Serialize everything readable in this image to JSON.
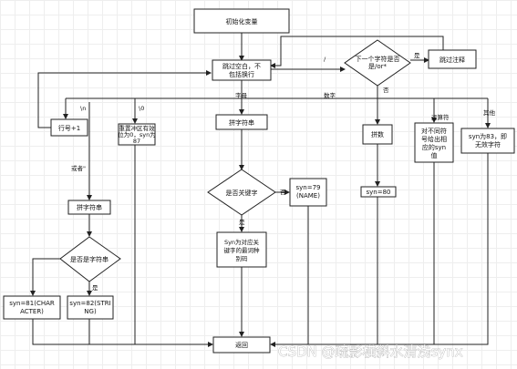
{
  "nodes": {
    "init": "初始化变量",
    "read": [
      "跳过空白，不",
      "包括换行"
    ],
    "next_char": [
      "下一个字符是否",
      "是/or*"
    ],
    "skip_comment": "跳过注释",
    "line_inc": "行号+1",
    "buffer": [
      "重置冲区有效",
      "位为0，syn为",
      "87"
    ],
    "spell_word": "拼字符串",
    "is_keyword": "是否关键字",
    "syn79": [
      "syn=79",
      "(NAME)"
    ],
    "syn_key": [
      "Syn为对应关",
      "键字的最词种",
      "别码"
    ],
    "spell_num": "拼数",
    "syn80": "syn=80",
    "operator": [
      "对不同符",
      "号给出相",
      "应的syn",
      "值"
    ],
    "syn83": [
      "syn为83，即",
      "无效字符"
    ],
    "spell_str": "拼字符串",
    "is_char": "是否是字符串",
    "syn81": [
      "syn=81(CHAR",
      "ACTER)"
    ],
    "syn82": [
      "syn=82(STRI",
      "NG)"
    ],
    "return": "返回"
  },
  "edges": {
    "slash": "/",
    "yes_skip": "是",
    "no_next": "否",
    "letter": "字母",
    "digit": "数字",
    "newline": "\\n",
    "zero": "\\0",
    "quote": "或者\"",
    "operator": "运算符",
    "other": "其他",
    "kw_no": "否",
    "kw_yes": "是",
    "char_yes": "是"
  },
  "watermark": "CSDN @疏影横斜水清浅synx"
}
